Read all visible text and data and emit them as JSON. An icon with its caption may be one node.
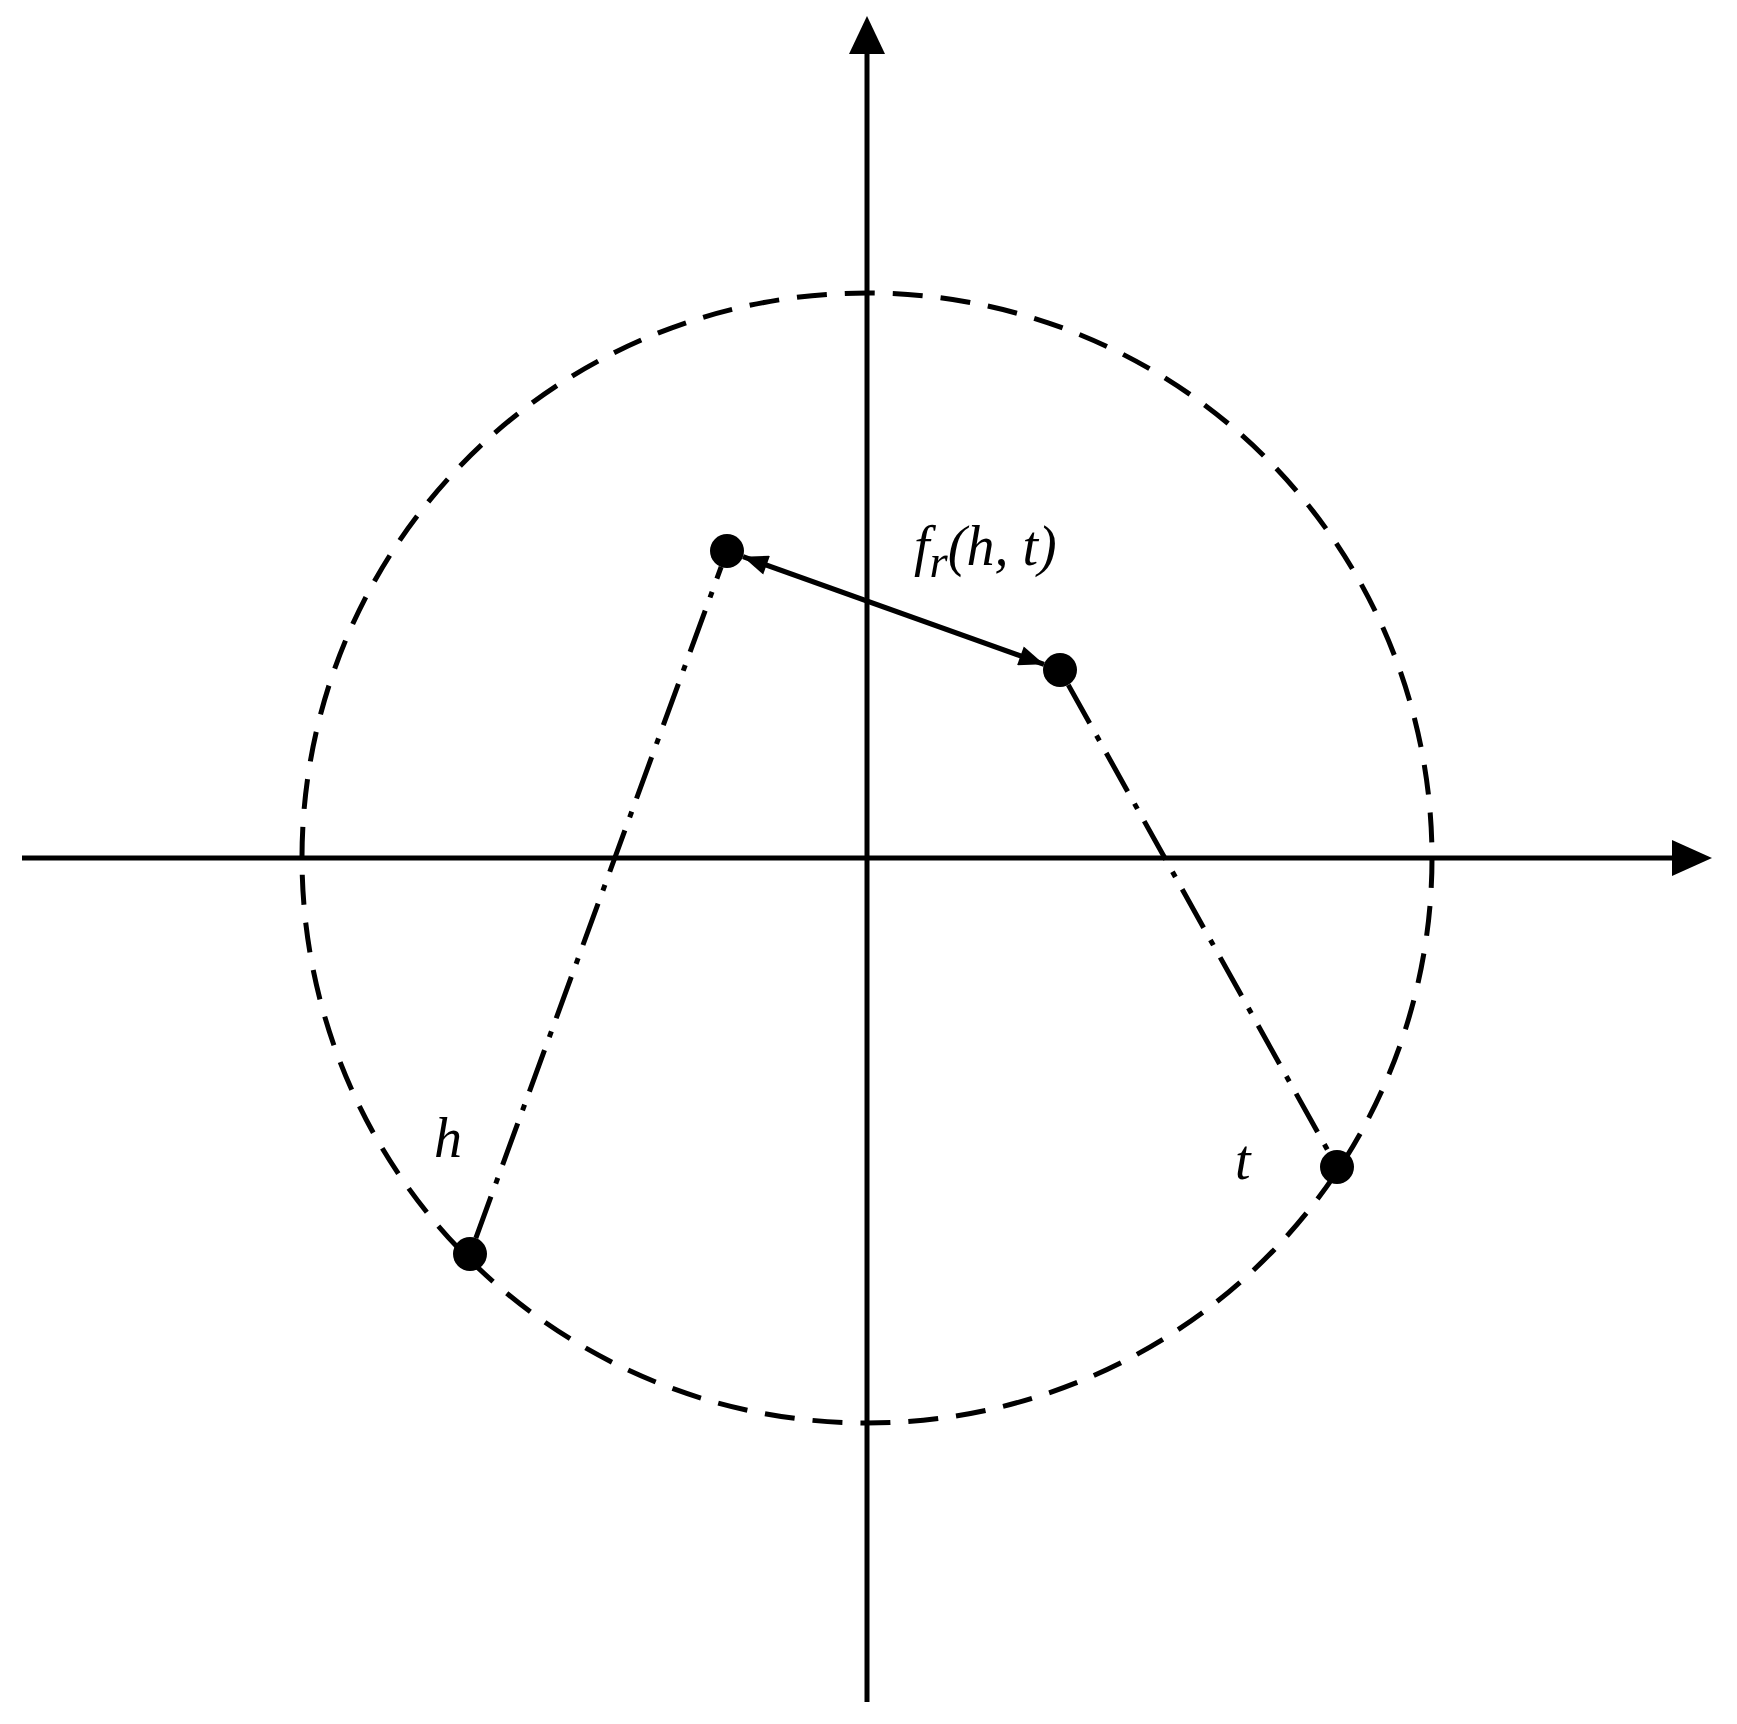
{
  "diagram": {
    "nodes": [
      {
        "text": [],
        "shape": "circle",
        "beside": [
          "h"
        ]
      },
      {
        "text": [],
        "shape": "circle"
      },
      {
        "text": [],
        "shape": "circle"
      },
      {
        "text": [],
        "shape": "circle",
        "beside": [
          "t"
        ]
      }
    ],
    "edges": [
      {
        "from": 0,
        "to": 1,
        "arrow": "none",
        "style": "dashed"
      },
      {
        "from": 1,
        "to": 2,
        "arrow": "both",
        "label": "f$_{r}$(h, t)"
      },
      {
        "from": 2,
        "to": 3,
        "arrow": "none",
        "style": "dashed"
      }
    ]
  }
}
